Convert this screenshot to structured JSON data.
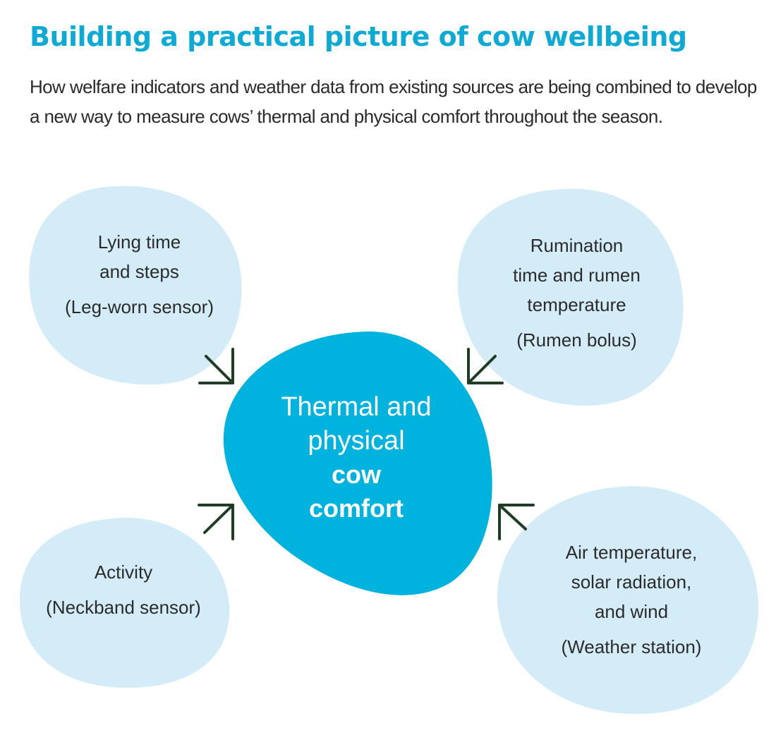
{
  "header": {
    "title": "Building a practical picture of cow wellbeing",
    "subtitle": "How welfare indicators and weather data from existing sources are being combined to develop a new way to measure cows’ thermal and physical comfort throughout the season."
  },
  "colors": {
    "title": "#0eaad6",
    "center_blob": "#00b2de",
    "input_blob": "#d3ecf7",
    "arrow": "#1e3d24",
    "text": "#2b2b2b"
  },
  "center": {
    "line1": "Thermal and",
    "line2": "physical",
    "line3": "cow",
    "line4": "comfort"
  },
  "inputs": [
    {
      "line1": "Lying time",
      "line2": "and steps",
      "line3": "",
      "source": "(Leg-worn sensor)"
    },
    {
      "line1": "Rumination",
      "line2": "time and rumen",
      "line3": "temperature",
      "source": "(Rumen bolus)"
    },
    {
      "line1": "Activity",
      "line2": "",
      "line3": "",
      "source": "(Neckband sensor)"
    },
    {
      "line1": "Air temperature,",
      "line2": "solar radiation,",
      "line3": "and wind",
      "source": "(Weather station)"
    }
  ]
}
